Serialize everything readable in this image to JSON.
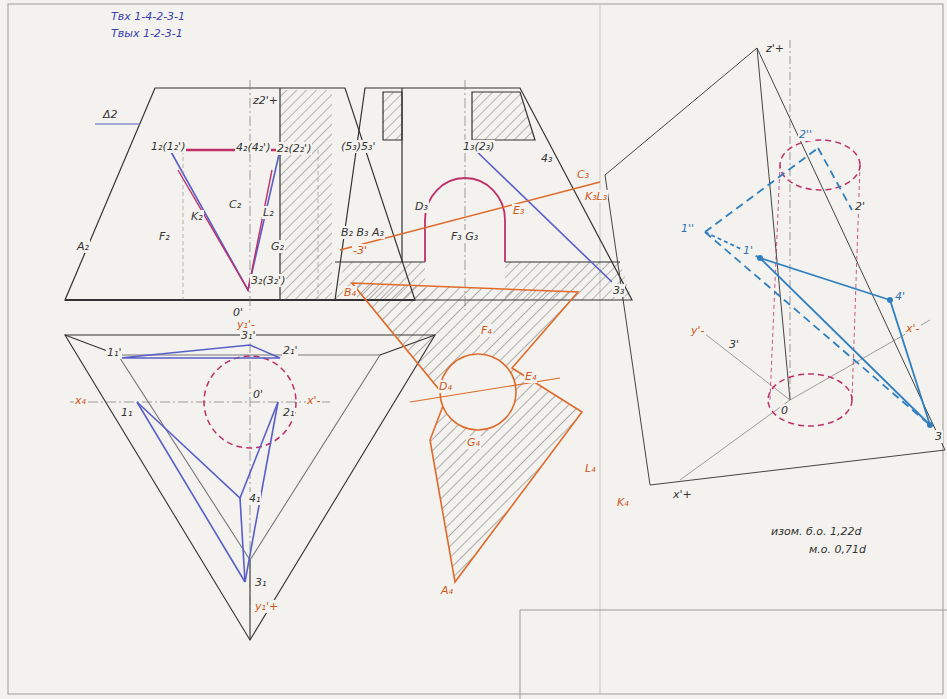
{
  "diagram": {
    "labels": [
      "Твх 1-4-2-3-1",
      "Твых 1-2-3-1",
      "z2'+",
      "Δ2",
      "1₂(1₂')",
      "4₂(4₂')",
      "2₂(2₂')",
      "K₂",
      "C₂",
      "L₂",
      "F₂",
      "G₂",
      "A₂",
      "3₂(3₂')",
      "0'",
      "y₁'-",
      "3₁'",
      "1₁'",
      "2₁'",
      "x₄",
      "1₁",
      "0'",
      "2₁",
      "x'-",
      "4₁",
      "3₁",
      "y₁'+",
      "(5₃)5₃'",
      "1₃(2₃)",
      "4₃",
      "B₂ B₃ A₃",
      "D₃",
      "F₃ G₃",
      "E₃",
      "C₃",
      "K₃L₃",
      "-3'",
      "3₃",
      "B₄",
      "F₄",
      "E₄",
      "D₄",
      "G₄",
      "A₄",
      "L₄",
      "K₄",
      "z'+",
      "2''",
      "2'",
      "1''",
      "1'",
      "4'",
      "y'-",
      "3'",
      "0",
      "x'-",
      "x'+",
      "3",
      "изом. б.о. 1,22d",
      "м.о. 0,71d"
    ]
  }
}
